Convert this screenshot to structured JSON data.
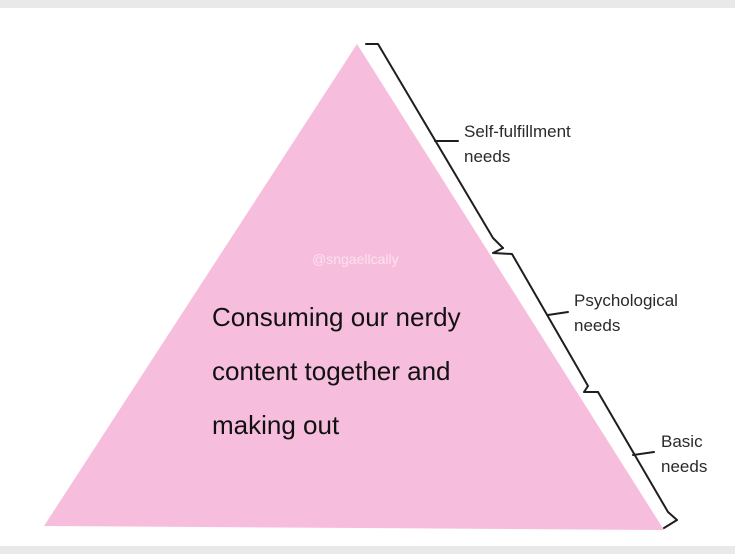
{
  "colors": {
    "background": "#e9e9e9",
    "panel": "#ffffff",
    "pyramid_fill": "#f7bddd",
    "bracket_stroke": "#1e1e1e",
    "text": "#111111"
  },
  "watermark": "@sngaellcally",
  "caption": {
    "lines": [
      "Consuming our nerdy",
      "content together and",
      "making out"
    ]
  },
  "brackets": [
    {
      "label_lines": [
        "Self-fulfillment",
        "needs"
      ]
    },
    {
      "label_lines": [
        "Psychological",
        "needs"
      ]
    },
    {
      "label_lines": [
        "Basic",
        "needs"
      ]
    }
  ]
}
